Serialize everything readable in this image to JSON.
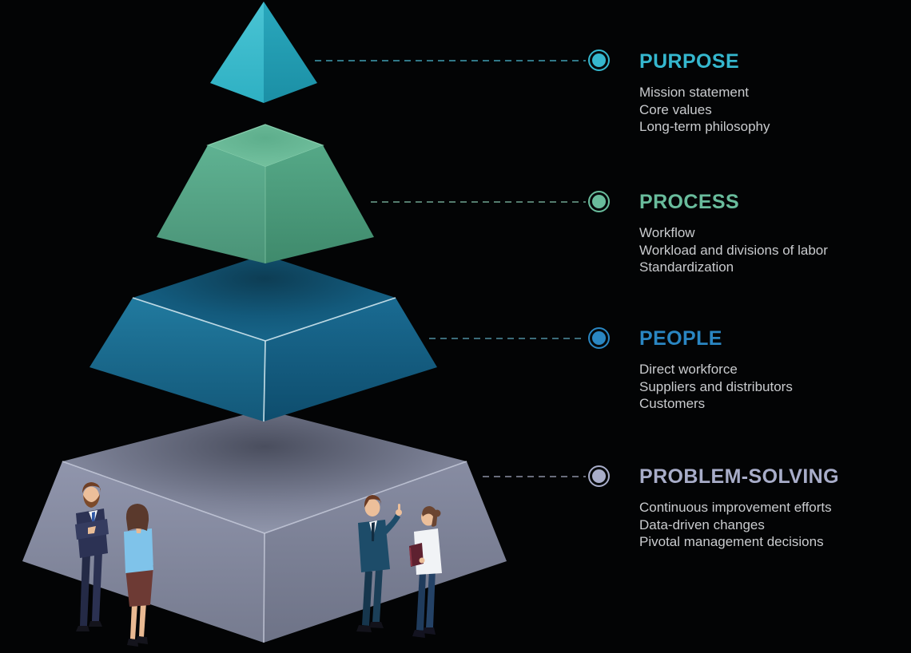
{
  "diagram": {
    "type": "isometric-pyramid-infographic",
    "background_color": "#030405",
    "levels_order_top_to_bottom": [
      "PURPOSE",
      "PROCESS",
      "PEOPLE",
      "PROBLEM-SOLVING"
    ]
  },
  "sections": [
    {
      "id": "purpose",
      "title": "PURPOSE",
      "color": "#35b7ce",
      "items": [
        "Mission statement",
        "Core values",
        "Long-term philosophy"
      ]
    },
    {
      "id": "process",
      "title": "PROCESS",
      "color": "#69bc9c",
      "items": [
        "Workflow",
        "Workload and divisions of labor",
        "Standardization"
      ]
    },
    {
      "id": "people",
      "title": "PEOPLE",
      "color": "#2a86c2",
      "items": [
        "Direct workforce",
        "Suppliers and distributors",
        "Customers"
      ]
    },
    {
      "id": "problem_solving",
      "title": "PROBLEM-SOLVING",
      "color": "#a8adc9",
      "items": [
        "Continuous improvement efforts",
        "Data-driven changes",
        "Pivotal management decisions"
      ]
    }
  ],
  "pyramid_levels": [
    {
      "name": "purpose-apex",
      "left_face": "#46c2d2",
      "right_face": "#28a4b9"
    },
    {
      "name": "process-tier",
      "top_face": "#74c3a1",
      "left_face": "#57ab8a",
      "right_face": "#4c9c7d"
    },
    {
      "name": "people-tier",
      "top_face": "#19688c",
      "left_face": "#1c6e94",
      "right_face": "#15618a"
    },
    {
      "name": "problem-solving-tier",
      "top_face": "#9ba1b7",
      "left_face": "#888da3",
      "right_face": "#80859a"
    }
  ],
  "figures": [
    "businessman with crossed arms",
    "businesswoman seen from behind",
    "businessman gesturing",
    "businesswoman holding folder"
  ]
}
